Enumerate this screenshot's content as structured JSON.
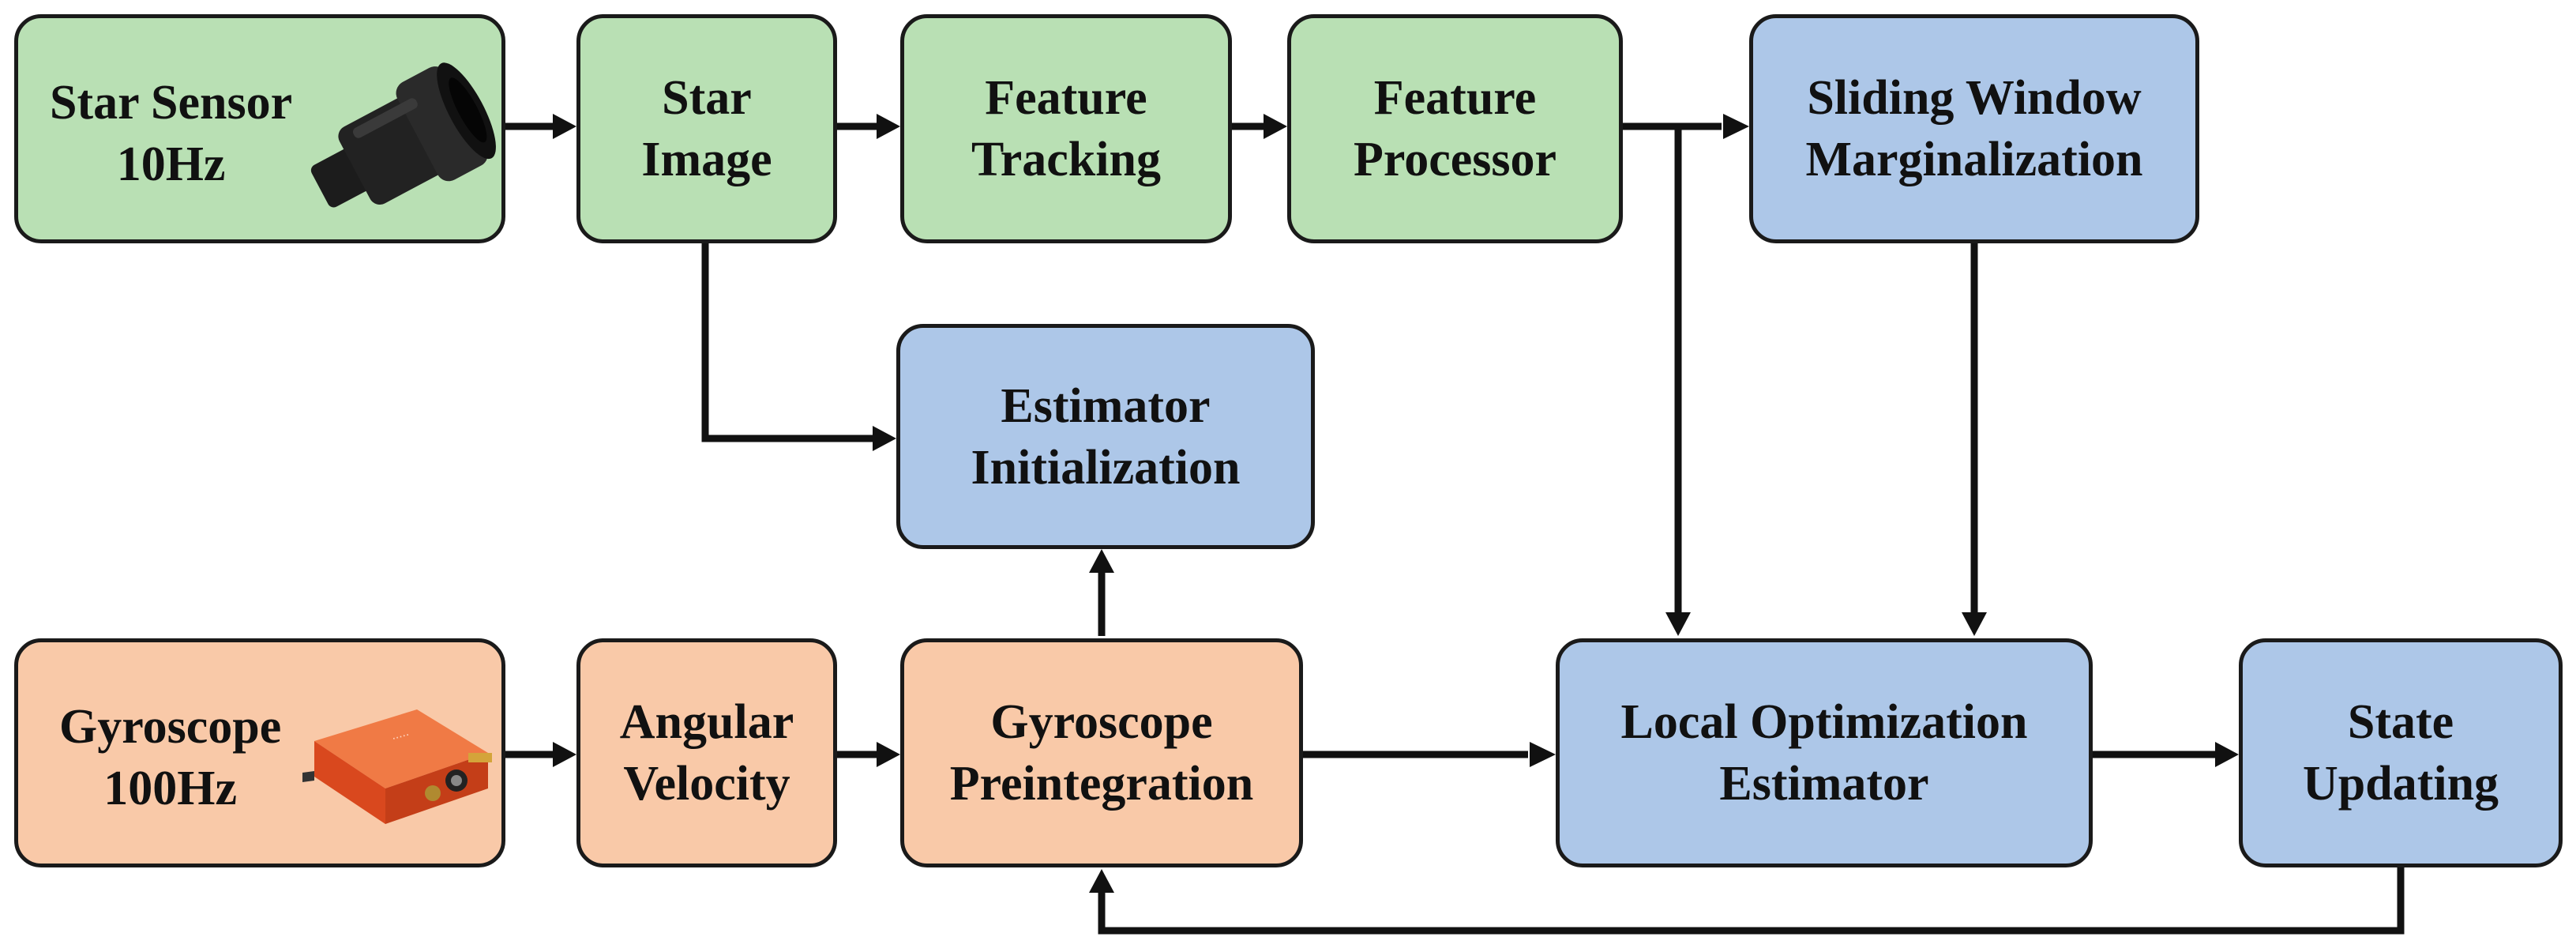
{
  "colors": {
    "green": "#b9e0b4",
    "blue": "#adc7e8",
    "orange": "#f9c9a8",
    "stroke": "#111111",
    "device_orange": "#e8562a"
  },
  "nodes": {
    "star_sensor": {
      "lines": [
        "Star Sensor",
        "10Hz"
      ],
      "icon": "star-sensor-camera-icon"
    },
    "star_image": {
      "lines": [
        "Star",
        "Image"
      ]
    },
    "feature_tracking": {
      "lines": [
        "Feature",
        "Tracking"
      ]
    },
    "feature_processor": {
      "lines": [
        "Feature",
        "Processor"
      ]
    },
    "sliding_window": {
      "lines": [
        "Sliding Window",
        "Marginalization"
      ]
    },
    "estimator_init": {
      "lines": [
        "Estimator",
        "Initialization"
      ]
    },
    "gyroscope": {
      "lines": [
        "Gyroscope",
        "100Hz"
      ],
      "icon": "gyroscope-imu-icon"
    },
    "angular_velocity": {
      "lines": [
        "Angular",
        "Velocity"
      ]
    },
    "gyro_preint": {
      "lines": [
        "Gyroscope",
        "Preintegration"
      ]
    },
    "local_opt": {
      "lines": [
        "Local Optimization",
        "Estimator"
      ]
    },
    "state_updating": {
      "lines": [
        "State",
        "Updating"
      ]
    }
  }
}
